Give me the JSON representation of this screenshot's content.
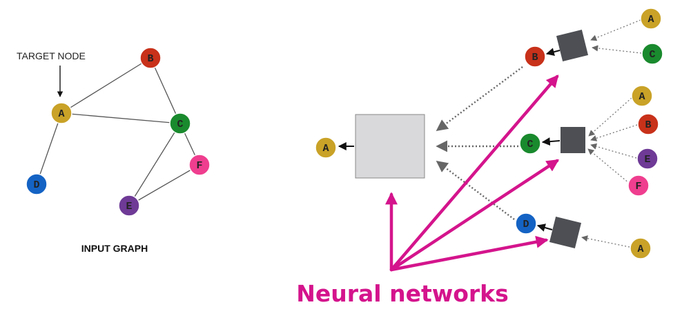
{
  "colors": {
    "A": "#c9a227",
    "B": "#c8311a",
    "C": "#1a8a2e",
    "D": "#1463c4",
    "E": "#6e3a96",
    "F": "#ef3e8f",
    "accent": "#d4148c",
    "box_light": "#d9d9db",
    "box_dark": "#4d4f54",
    "edge": "#555555",
    "dotted": "#777777"
  },
  "input_graph": {
    "title": "INPUT GRAPH",
    "target_label": "TARGET NODE",
    "nodes": [
      "A",
      "B",
      "C",
      "D",
      "E",
      "F"
    ],
    "edges": [
      [
        "A",
        "B"
      ],
      [
        "A",
        "C"
      ],
      [
        "B",
        "C"
      ],
      [
        "A",
        "D"
      ],
      [
        "C",
        "E"
      ],
      [
        "C",
        "F"
      ],
      [
        "E",
        "F"
      ]
    ]
  },
  "computation_graph": {
    "root": "A",
    "level1": [
      {
        "node": "B",
        "neighbors": [
          "A",
          "C"
        ]
      },
      {
        "node": "C",
        "neighbors": [
          "A",
          "B",
          "E",
          "F"
        ]
      },
      {
        "node": "D",
        "neighbors": [
          "A"
        ]
      }
    ]
  },
  "caption": "Neural networks"
}
